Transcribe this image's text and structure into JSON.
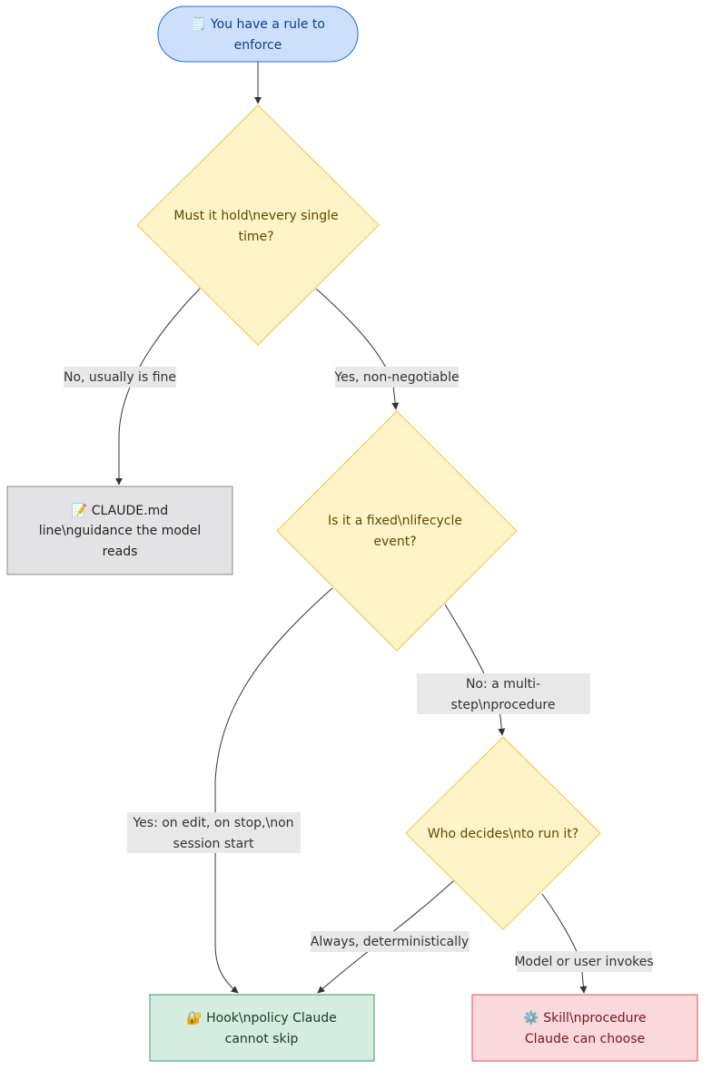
{
  "nodes": {
    "start": {
      "lines": [
        "🗒️ You have a rule to",
        "enforce"
      ],
      "fill": "#cce0fb",
      "stroke": "#1f6fd6",
      "text": "#0d3f8a"
    },
    "d1": {
      "lines": [
        "Must it hold\\nevery single",
        "time?"
      ],
      "fill": "#fff3c7",
      "stroke": "#e6c94a",
      "text": "#5c4a00"
    },
    "claude": {
      "lines": [
        "📝 CLAUDE.md",
        "line\\nguidance the model",
        "reads"
      ],
      "fill": "#e3e3e6",
      "stroke": "#8a8a8a",
      "text": "#222222"
    },
    "d2": {
      "lines": [
        "Is it a fixed\\nlifecycle",
        "event?"
      ],
      "fill": "#fff3c7",
      "stroke": "#e6c94a",
      "text": "#5c4a00"
    },
    "d3": {
      "lines": [
        "Who decides\\nto run it?"
      ],
      "fill": "#fff3c7",
      "stroke": "#e6c94a",
      "text": "#5c4a00"
    },
    "hook": {
      "lines": [
        "🔐 Hook\\npolicy Claude",
        "cannot skip"
      ],
      "fill": "#d5ece0",
      "stroke": "#3f9a63",
      "text": "#143d24"
    },
    "skill": {
      "lines": [
        "⚙️ Skill\\nprocedure",
        "Claude can choose"
      ],
      "fill": "#fad9dd",
      "stroke": "#d9505e",
      "text": "#7a1420"
    }
  },
  "edge_labels": {
    "d1_no": {
      "lines": [
        "No, usually is fine"
      ]
    },
    "d1_yes": {
      "lines": [
        "Yes, non-negotiable"
      ]
    },
    "d2_no": {
      "lines": [
        "No: a multi-",
        "step\\nprocedure"
      ]
    },
    "d2_yes": {
      "lines": [
        "Yes: on edit, on stop,\\non",
        "session start"
      ]
    },
    "d3_always": {
      "lines": [
        "Always, deterministically"
      ]
    },
    "d3_model": {
      "lines": [
        "Model or user invokes"
      ]
    }
  },
  "edge_color": "#333333",
  "label_background": "#e8e8e8"
}
